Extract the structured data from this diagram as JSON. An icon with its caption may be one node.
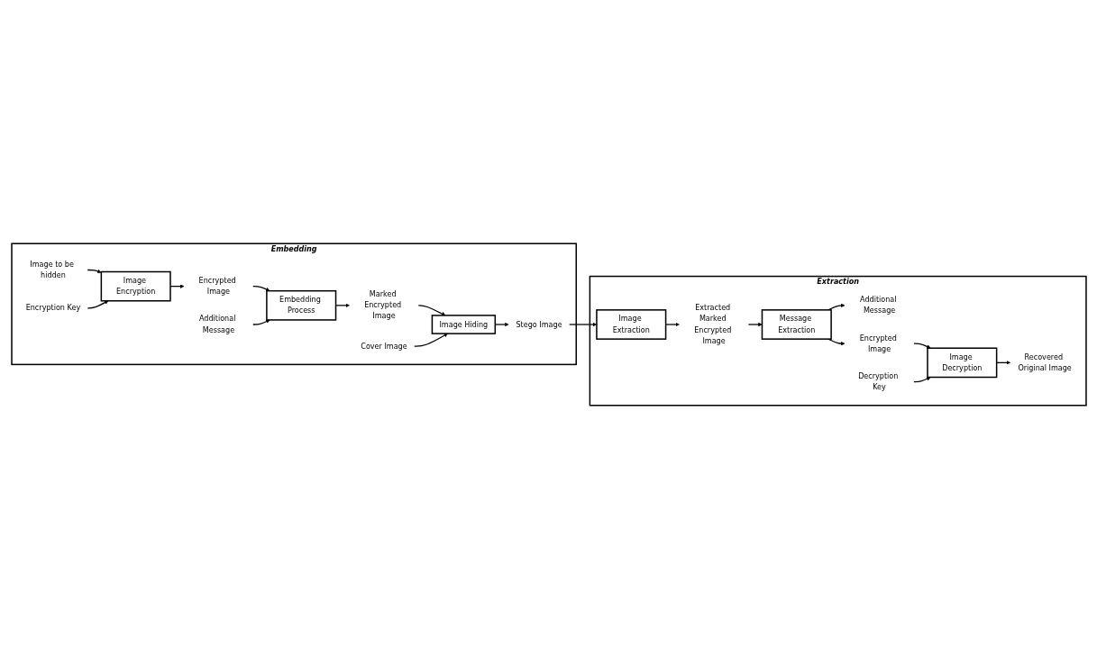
{
  "diagram": {
    "nodes": [
      {
        "text": [
          "Embedding"
        ]
      },
      {
        "text": [
          "Image to be hidden"
        ],
        "in": 0
      },
      {
        "text": [
          "Encryption Key"
        ],
        "in": 0
      },
      {
        "text": [
          "Image Encryption"
        ],
        "in": 0
      },
      {
        "text": [
          "Encrypted Image"
        ],
        "in": 0
      },
      {
        "text": [
          "Additional Message"
        ],
        "in": 0
      },
      {
        "text": [
          "Embedding Process"
        ],
        "in": 0
      },
      {
        "text": [
          "Marked Encrypted Image"
        ],
        "in": 0
      },
      {
        "text": [
          "Cover Image"
        ],
        "in": 0
      },
      {
        "text": [
          "Image Hiding"
        ],
        "in": 0
      },
      {
        "text": [
          "Stego Image"
        ],
        "in": 0
      },
      {
        "text": [
          "Extraction"
        ]
      },
      {
        "text": [
          "Image Extraction"
        ],
        "in": 11
      },
      {
        "text": [
          "Extracted Marked Encrypted Image"
        ],
        "in": 11
      },
      {
        "text": [
          "Message Extraction"
        ],
        "in": 11
      },
      {
        "text": [
          "Additional Message"
        ],
        "in": 11
      },
      {
        "text": [
          "Encrypted Image"
        ],
        "in": 11
      },
      {
        "text": [
          "Decryption Key"
        ],
        "in": 11
      },
      {
        "text": [
          "Image Decryption"
        ],
        "in": 11
      },
      {
        "text": [
          "Recovered Original Image"
        ],
        "in": 11
      }
    ],
    "edges": [
      {
        "from": 1,
        "to": 3,
        "arrow": "to"
      },
      {
        "from": 2,
        "to": 3,
        "arrow": "to"
      },
      {
        "from": 3,
        "to": 4,
        "arrow": "to"
      },
      {
        "from": 4,
        "to": 6,
        "arrow": "to"
      },
      {
        "from": 5,
        "to": 6,
        "arrow": "to"
      },
      {
        "from": 6,
        "to": 7,
        "arrow": "to"
      },
      {
        "from": 7,
        "to": 9,
        "arrow": "to"
      },
      {
        "from": 8,
        "to": 9,
        "arrow": "to"
      },
      {
        "from": 9,
        "to": 10,
        "arrow": "to"
      },
      {
        "from": 10,
        "to": 12,
        "arrow": "to"
      },
      {
        "from": 12,
        "to": 13,
        "arrow": "to"
      },
      {
        "from": 13,
        "to": 14,
        "arrow": "to"
      },
      {
        "from": 14,
        "to": 16,
        "arrow": "to"
      },
      {
        "from": 14,
        "to": 15,
        "arrow": "to"
      },
      {
        "from": 16,
        "to": 18,
        "arrow": "to"
      },
      {
        "from": 17,
        "to": 18,
        "arrow": "to"
      },
      {
        "from": 18,
        "to": 19,
        "arrow": "to"
      }
    ]
  }
}
